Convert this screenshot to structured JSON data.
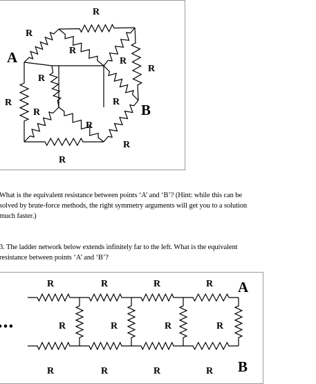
{
  "figure1": {
    "node_a": "A",
    "node_b": "B",
    "resistor_labels": [
      "R",
      "R",
      "R",
      "R",
      "R",
      "R",
      "R",
      "R",
      "R",
      "R",
      "R",
      "R"
    ]
  },
  "question2": {
    "lines": [
      "What is the equivalent resistance between points ‘A’ and ‘B’?  (Hint: while this can be",
      "solved by brute-force methods, the right symmetry arguments will get you to a solution",
      "much faster.)"
    ]
  },
  "question3": {
    "lines": [
      "3. The ladder network below extends infinitely far to the left.  What is the equivalent",
      "resistance between points ‘A’ and ‘B’?"
    ]
  },
  "figure2": {
    "node_a": "A",
    "node_b": "B",
    "top_labels": [
      "R",
      "R",
      "R",
      "R"
    ],
    "bottom_labels": [
      "R",
      "R",
      "R",
      "R"
    ],
    "rung_labels": [
      "R",
      "R",
      "R",
      "R"
    ],
    "ellipsis": "•••"
  }
}
